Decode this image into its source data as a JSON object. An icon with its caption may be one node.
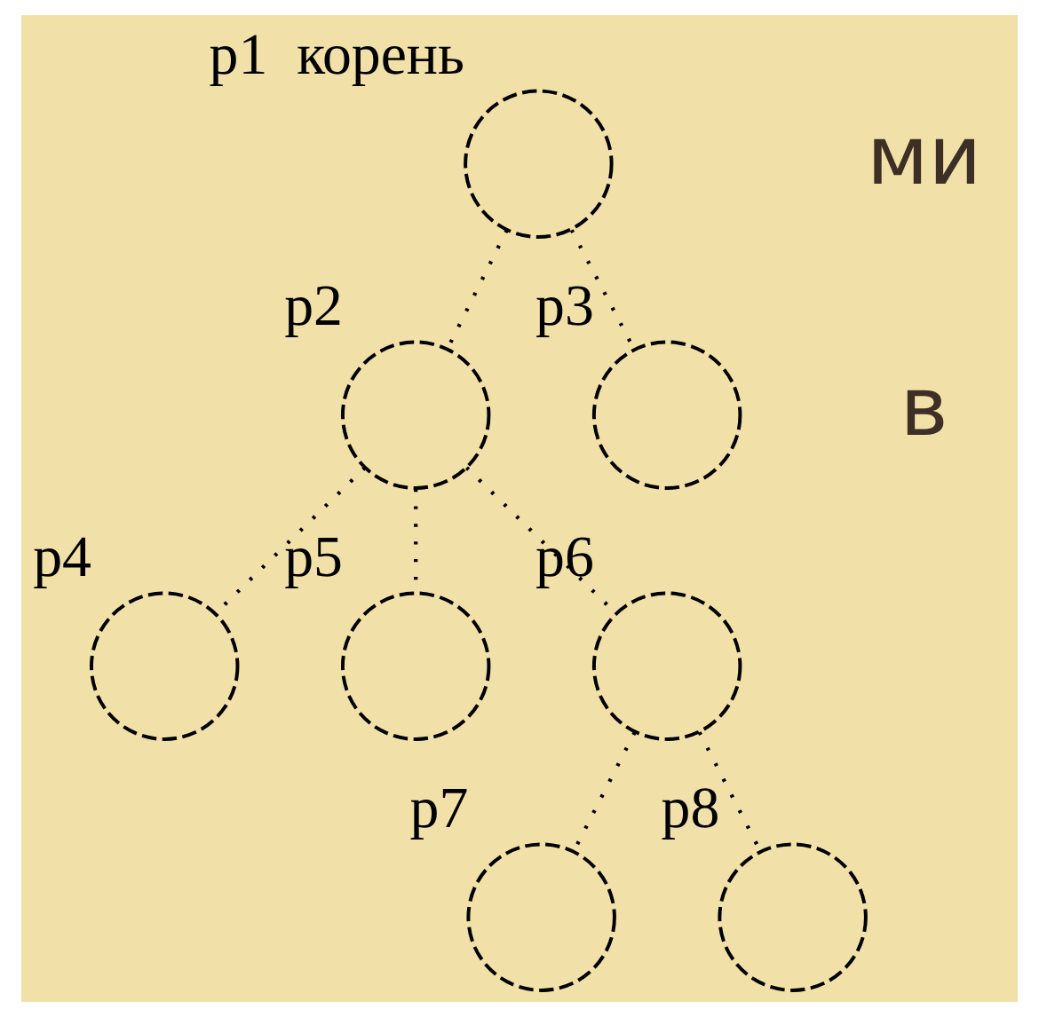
{
  "diagram": {
    "nodes": [
      {
        "text": [],
        "shape": "circle",
        "beside": [
          "p1",
          "корень"
        ]
      },
      {
        "text": [],
        "shape": "circle",
        "beside": [
          "p2"
        ]
      },
      {
        "text": [],
        "shape": "circle",
        "beside": [
          "p3"
        ]
      },
      {
        "text": [],
        "shape": "circle",
        "beside": [
          "p4"
        ]
      },
      {
        "text": [],
        "shape": "circle",
        "beside": [
          "p5"
        ]
      },
      {
        "text": [],
        "shape": "circle",
        "beside": [
          "p6"
        ]
      },
      {
        "text": [],
        "shape": "circle",
        "beside": [
          "p7"
        ]
      },
      {
        "text": [],
        "shape": "circle",
        "beside": [
          "p8"
        ]
      }
    ],
    "edges": [
      {
        "from": 0,
        "to": 1,
        "arrow": "none"
      },
      {
        "from": 0,
        "to": 2,
        "arrow": "none"
      },
      {
        "from": 1,
        "to": 3,
        "arrow": "none"
      },
      {
        "from": 1,
        "to": 4,
        "arrow": "none"
      },
      {
        "from": 1,
        "to": 5,
        "arrow": "none"
      },
      {
        "from": 5,
        "to": 6,
        "arrow": "none"
      },
      {
        "from": 5,
        "to": 7,
        "arrow": "none"
      }
    ],
    "labels": [
      "ми",
      "в"
    ]
  }
}
